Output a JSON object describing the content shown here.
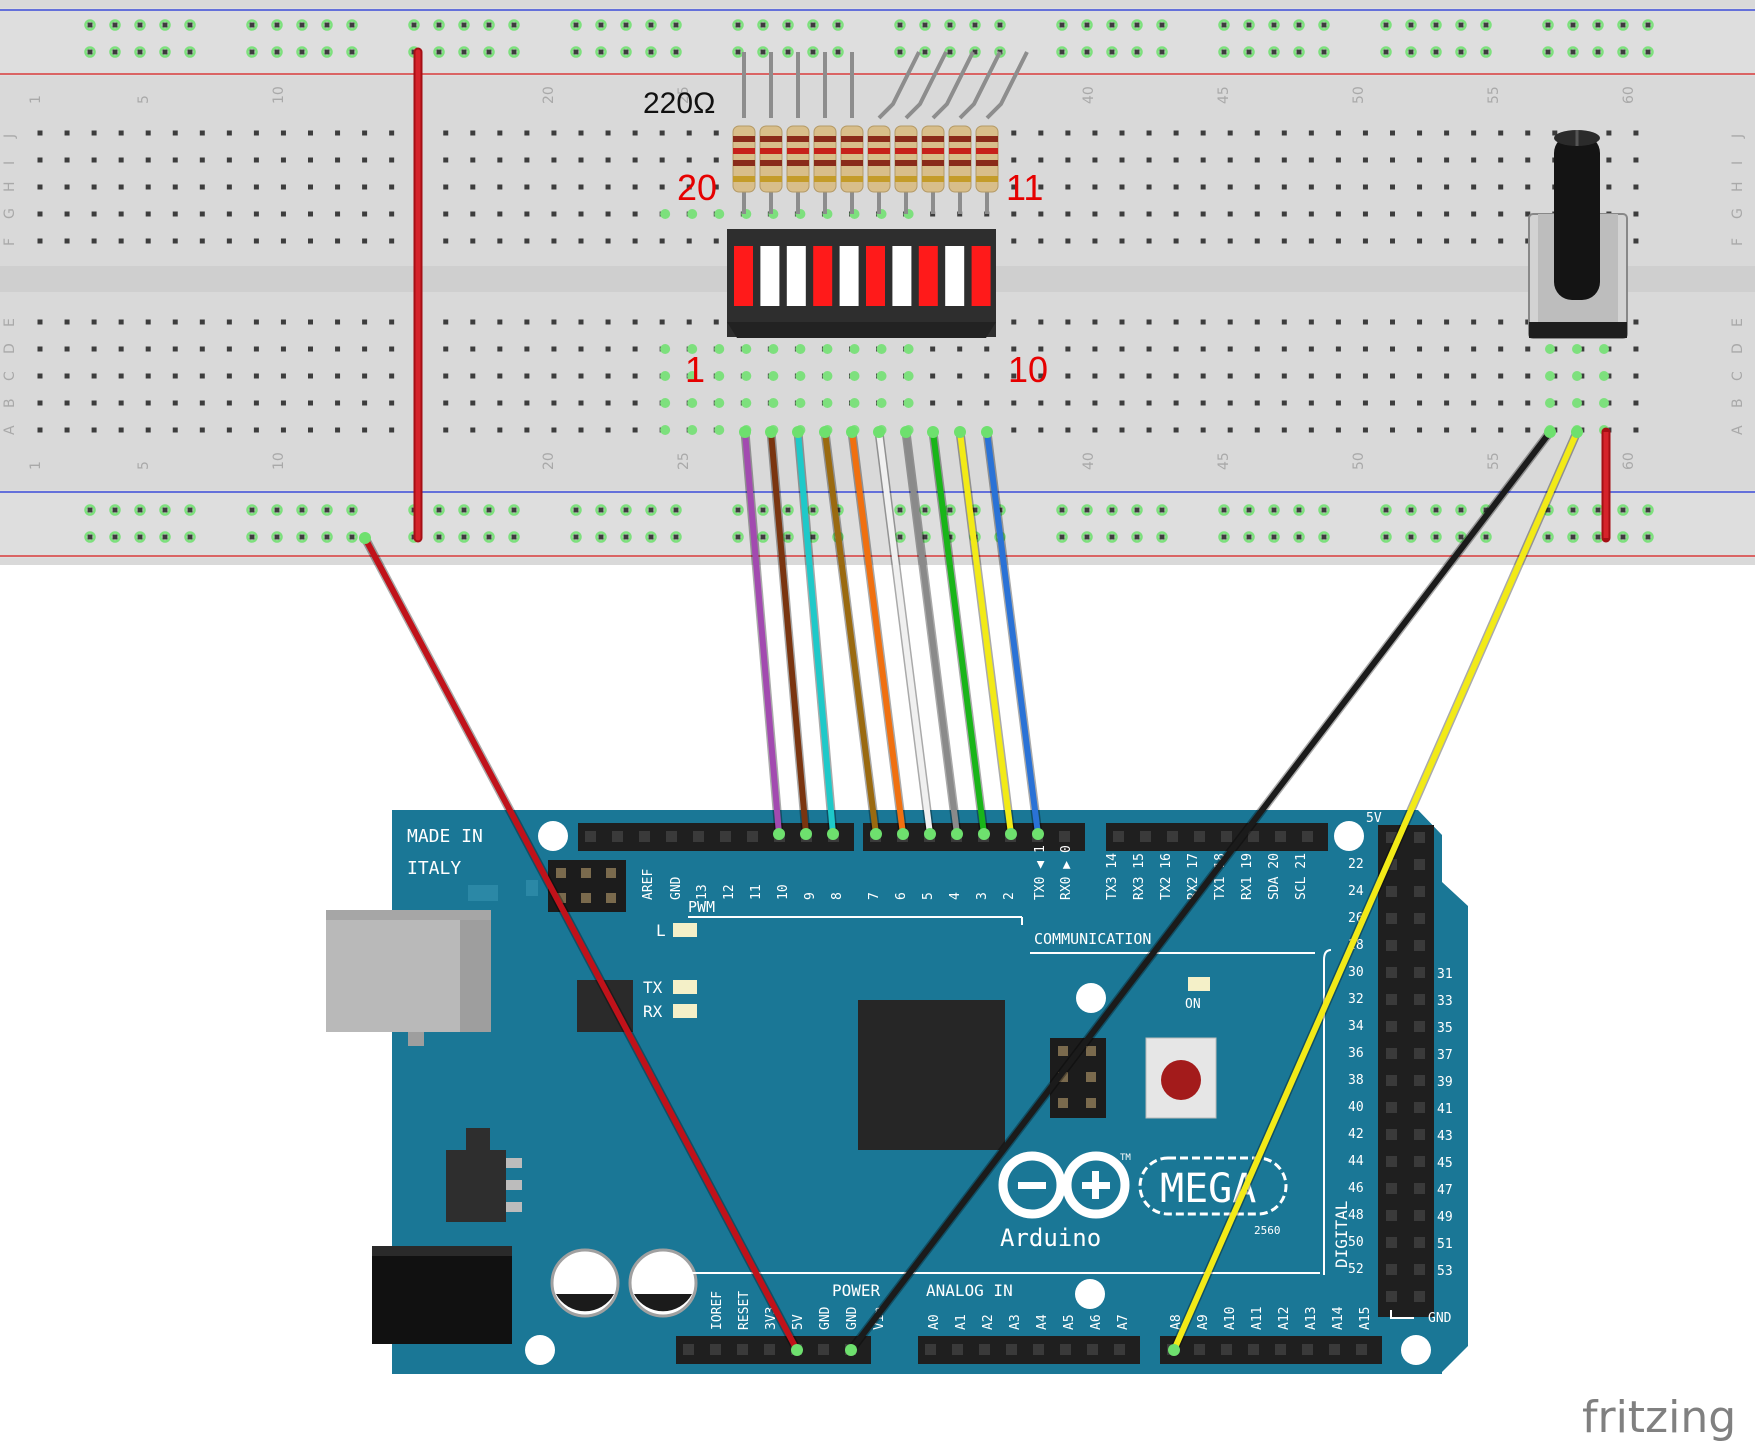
{
  "resistor_label": "220Ω",
  "row_labels": {
    "top_left": "20",
    "top_right": "11",
    "bottom_left": "1",
    "bottom_right": "10"
  },
  "breadboard": {
    "column_numbers": [
      "1",
      "5",
      "10",
      "20",
      "25",
      "40",
      "45",
      "50",
      "55",
      "60"
    ],
    "row_letters_top": [
      "J",
      "I",
      "H",
      "G",
      "F"
    ],
    "row_letters_bottom": [
      "E",
      "D",
      "C",
      "B",
      "A"
    ]
  },
  "board": {
    "made_in": "MADE IN",
    "italy": "ITALY",
    "pwm": "PWM",
    "communication": "COMMUNICATION",
    "power": "POWER",
    "analog_in": "ANALOG IN",
    "digital": "DIGITAL",
    "on": "ON",
    "led_l": "L",
    "led_tx": "TX",
    "led_rx": "RX",
    "brand": "Arduino",
    "model": "MEGA",
    "model_number": "2560",
    "tm": "TM",
    "pin_5v_top": "5V",
    "gnd_bottom": "GND",
    "top_header_labels": [
      "AREF",
      "GND",
      "13",
      "12",
      "11",
      "10",
      "9",
      "8",
      "7",
      "6",
      "5",
      "4",
      "3",
      "2",
      "TX0 ◀ 1",
      "RX0 ▶ 0",
      "TX3 14",
      "RX3 15",
      "TX2 16",
      "RX2 17",
      "TX1 18",
      "RX1 19",
      "SDA 20",
      "SCL 21"
    ],
    "power_header_labels": [
      "IOREF",
      "RESET",
      "3V3",
      "5V",
      "GND",
      "GND",
      "Vin"
    ],
    "analog_header_labels": [
      "A0",
      "A1",
      "A2",
      "A3",
      "A4",
      "A5",
      "A6",
      "A7",
      "A8",
      "A9",
      "A10",
      "A11",
      "A12",
      "A13",
      "A14",
      "A15"
    ],
    "digital_left_labels": [
      "22",
      "24",
      "26",
      "28",
      "30",
      "32",
      "34",
      "36",
      "38",
      "40",
      "42",
      "44",
      "46",
      "48",
      "50",
      "52"
    ],
    "digital_right_labels": [
      "31",
      "33",
      "35",
      "37",
      "39",
      "41",
      "43",
      "45",
      "47",
      "49",
      "51",
      "53"
    ]
  },
  "watermark": "fritzing",
  "colors": {
    "board_teal": "#1a7796",
    "breadboard": "#d9d9d9",
    "wire_red": "#c0121a",
    "wire_black": "#1b1b1b",
    "wire_yellow": "#f2ea17",
    "label_red": "#e60000"
  }
}
